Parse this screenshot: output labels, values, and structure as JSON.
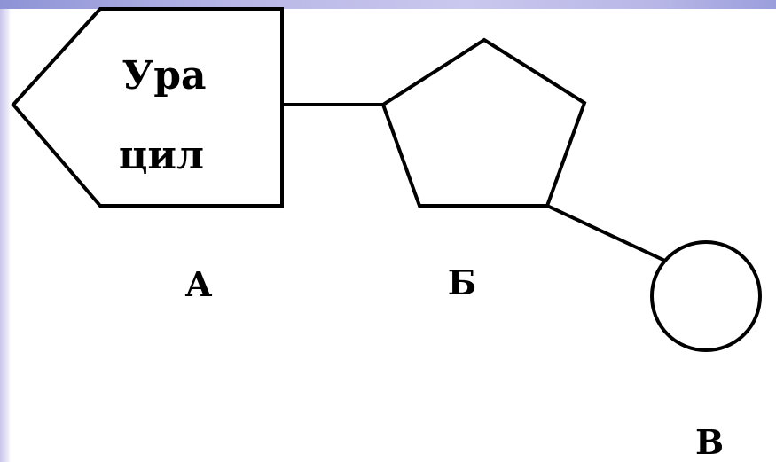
{
  "diagram": {
    "base_label_line1": "Ура",
    "base_label_line2": "цил",
    "part_a_label": "А",
    "part_b_label": "Б",
    "part_c_label": "В"
  },
  "colors": {
    "stroke": "#000000",
    "background": "#ffffff",
    "frame_accent": "#b7b6e6"
  }
}
